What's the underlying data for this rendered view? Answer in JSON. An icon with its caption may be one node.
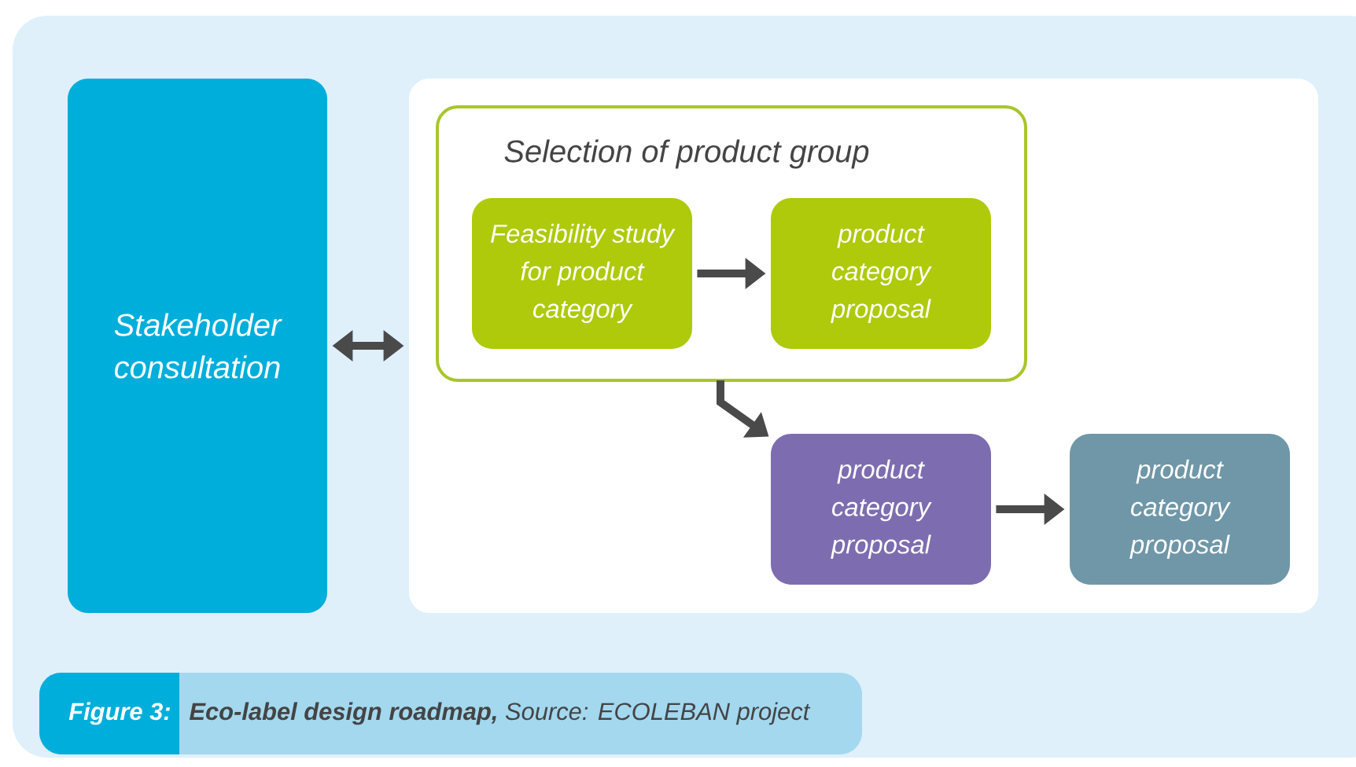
{
  "diagram": {
    "caption": "**Eco-label design roadmap,** Source: ECOLEBAN project",
    "nodes": [
      {
        "text": [
          "Stakeholder consultation"
        ]
      },
      {
        "text": [],
        "shape": "box"
      },
      {
        "text": [
          "Selection of product group"
        ],
        "in": 1
      },
      {
        "text": [
          "Feasibility study for product category"
        ],
        "in": 2
      },
      {
        "text": [
          "product category proposal"
        ],
        "in": 2
      },
      {
        "text": [
          "product category proposal"
        ],
        "in": 1
      },
      {
        "text": [
          "product category proposal"
        ],
        "in": 1
      }
    ],
    "edges": [
      {
        "from": 0,
        "to": 1,
        "arrow": "both"
      },
      {
        "from": 3,
        "to": 4,
        "arrow": "to"
      },
      {
        "from": 2,
        "to": 5,
        "arrow": "to"
      },
      {
        "from": 5,
        "to": 6,
        "arrow": "to"
      }
    ],
    "labels": [
      "Figure 3:"
    ]
  }
}
